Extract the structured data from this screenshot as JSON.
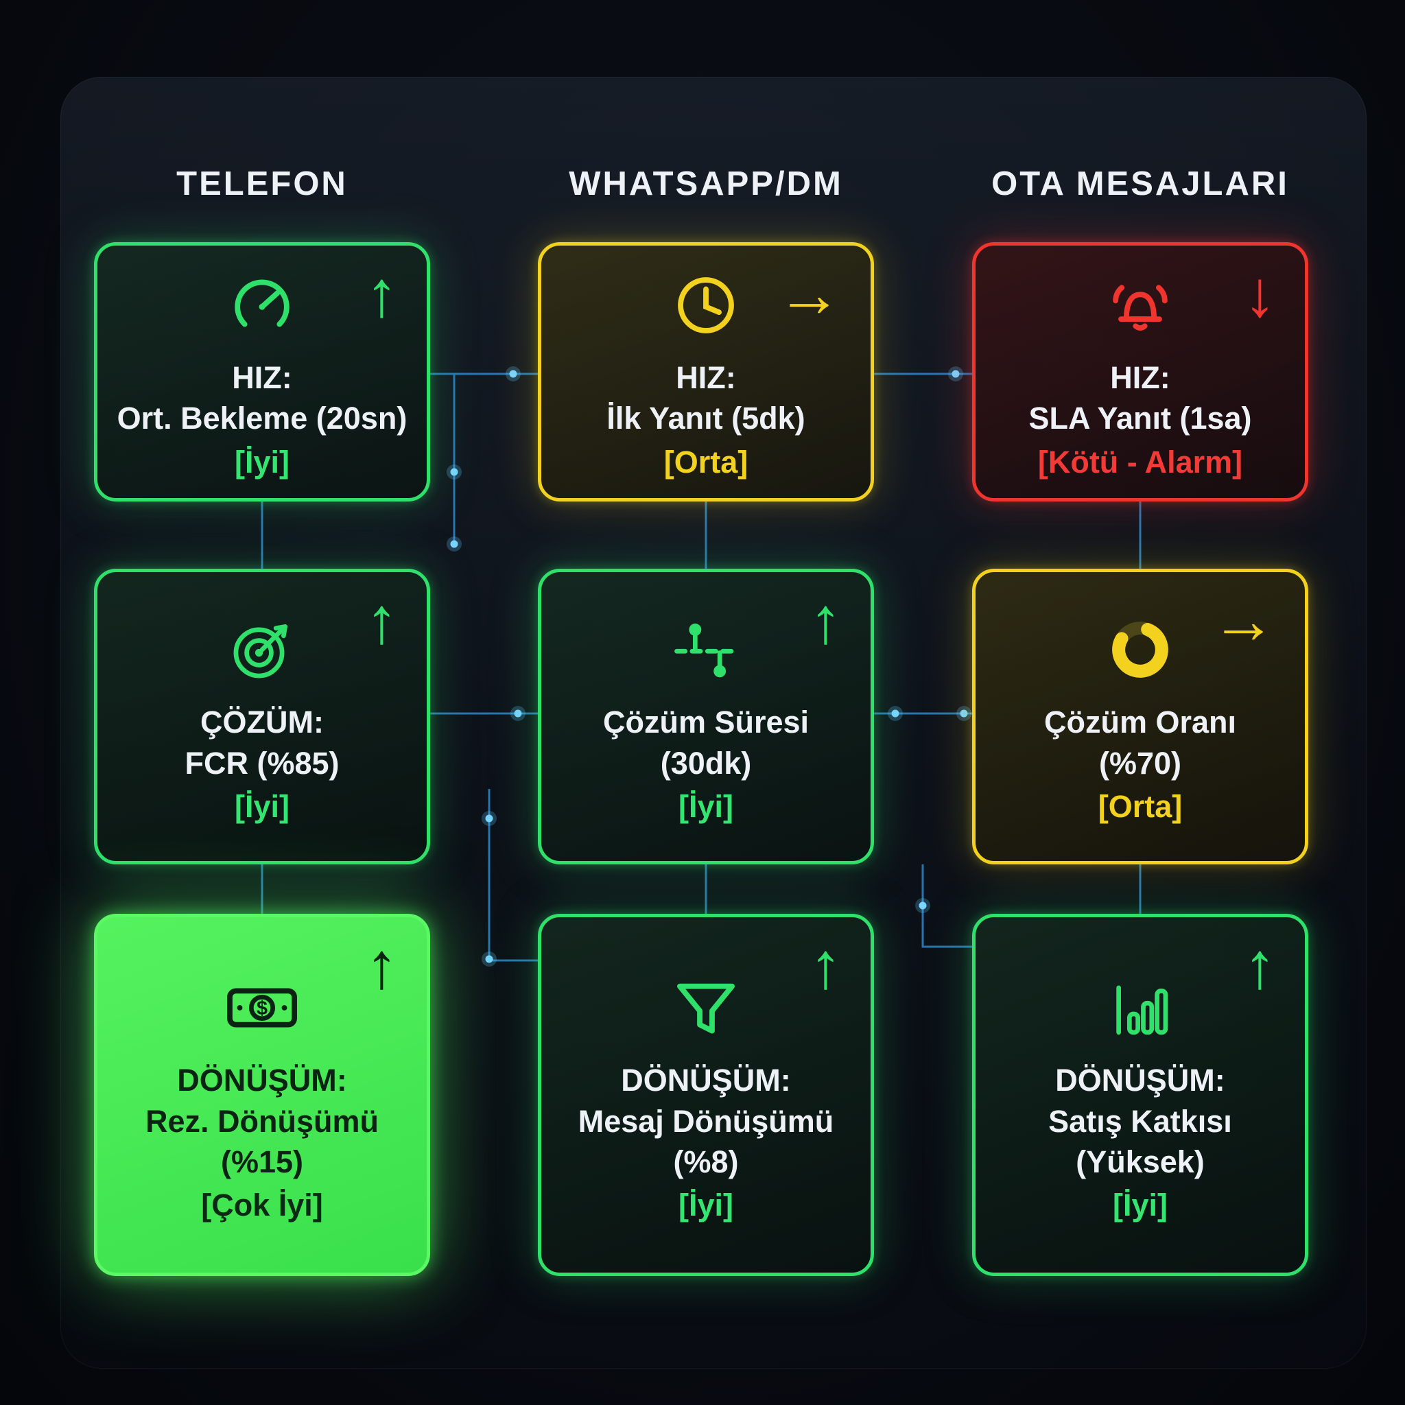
{
  "columns": [
    {
      "header": "TELEFON"
    },
    {
      "header": "WHATSAPP/DM"
    },
    {
      "header": "OTA MESAJLARI"
    }
  ],
  "cards": [
    {
      "line1": "HIZ:",
      "line2": "Ort. Bekleme (20sn)",
      "line3": "",
      "status": "[İyi]",
      "arrow": "↑",
      "trend": "up",
      "icon": "speedometer-icon",
      "color": "green"
    },
    {
      "line1": "HIZ:",
      "line2": "İlk Yanıt (5dk)",
      "line3": "",
      "status": "[Orta]",
      "arrow": "→",
      "trend": "flat",
      "icon": "clock-icon",
      "color": "yellow"
    },
    {
      "line1": "HIZ:",
      "line2": "SLA Yanıt (1sa)",
      "line3": "",
      "status": "[Kötü - Alarm]",
      "arrow": "↓",
      "trend": "down",
      "icon": "alarm-bell-icon",
      "color": "red"
    },
    {
      "line1": "ÇÖZÜM:",
      "line2": "FCR (%85)",
      "line3": "",
      "status": "[İyi]",
      "arrow": "↑",
      "trend": "up",
      "icon": "target-icon",
      "color": "green"
    },
    {
      "line1": "Çözüm Süresi",
      "line2": "(30dk)",
      "line3": "",
      "status": "[İyi]",
      "arrow": "↑",
      "trend": "up",
      "icon": "workflow-nodes-icon",
      "color": "green"
    },
    {
      "line1": "Çözüm Oranı",
      "line2": "(%70)",
      "line3": "",
      "status": "[Orta]",
      "arrow": "→",
      "trend": "flat",
      "icon": "donut-chart-icon",
      "color": "yellow"
    },
    {
      "line1": "DÖNÜŞÜM:",
      "line2": "Rez. Dönüşümü",
      "line3": "(%15)",
      "status": "[Çok İyi]",
      "arrow": "↑",
      "trend": "up",
      "icon": "money-bill-icon",
      "color": "solid-green"
    },
    {
      "line1": "DÖNÜŞÜM:",
      "line2": "Mesaj Dönüşümü",
      "line3": "(%8)",
      "status": "[İyi]",
      "arrow": "↑",
      "trend": "up",
      "icon": "funnel-icon",
      "color": "green"
    },
    {
      "line1": "DÖNÜŞÜM:",
      "line2": "Satış Katkısı",
      "line3": "(Yüksek)",
      "status": "[İyi]",
      "arrow": "↑",
      "trend": "up",
      "icon": "bar-chart-icon",
      "color": "green"
    }
  ],
  "colors": {
    "green": "#2fe06a",
    "yellow": "#f2d21f",
    "red": "#f0352f",
    "bright_green_fill": "#45ef52",
    "connector_blue": "#49b6ff",
    "background": "#080b11"
  }
}
